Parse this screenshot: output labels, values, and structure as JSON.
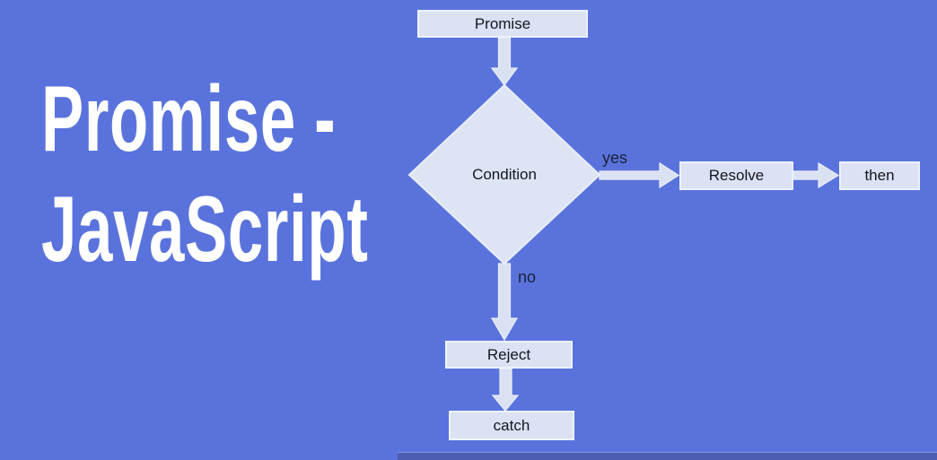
{
  "title": {
    "line1": "Promise -",
    "line2": "JavaScript"
  },
  "flowchart": {
    "nodes": [
      {
        "id": "promise",
        "label": "Promise",
        "type": "process"
      },
      {
        "id": "condition",
        "label": "Condition",
        "type": "decision"
      },
      {
        "id": "resolve",
        "label": "Resolve",
        "type": "process"
      },
      {
        "id": "then",
        "label": "then",
        "type": "process"
      },
      {
        "id": "reject",
        "label": "Reject",
        "type": "process"
      },
      {
        "id": "catch",
        "label": "catch",
        "type": "process"
      }
    ],
    "edges": [
      {
        "from": "promise",
        "to": "condition",
        "label": ""
      },
      {
        "from": "condition",
        "to": "resolve",
        "label": "yes"
      },
      {
        "from": "resolve",
        "to": "then",
        "label": ""
      },
      {
        "from": "condition",
        "to": "reject",
        "label": "no"
      },
      {
        "from": "reject",
        "to": "catch",
        "label": ""
      }
    ]
  },
  "colors": {
    "background": "#5a73dc",
    "node_fill": "#dae2f3",
    "node_border": "#edf2fb",
    "arrow_fill": "#d9e1f2",
    "node_text": "#15161f",
    "title_text": "#ffffff",
    "bottom_bar": "#4d5db3"
  }
}
